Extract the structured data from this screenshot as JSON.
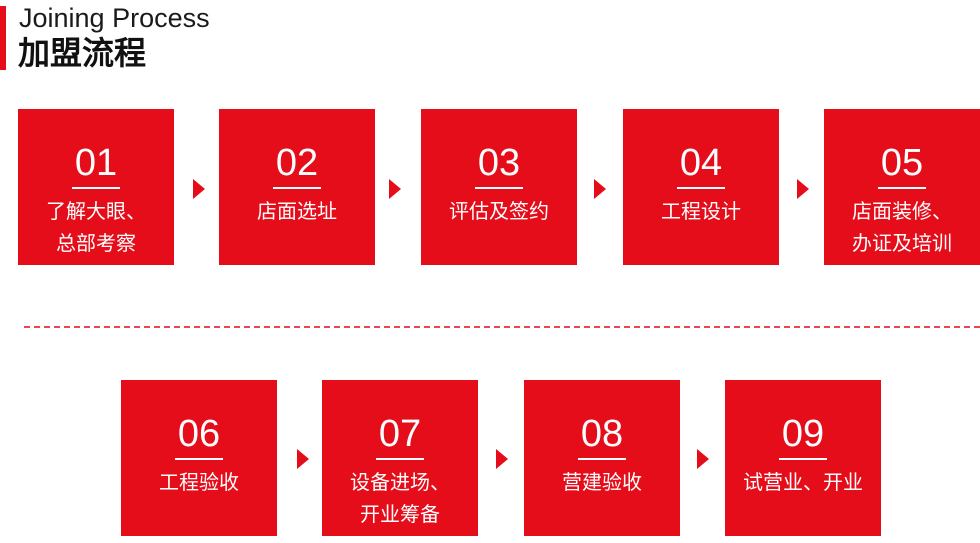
{
  "header": {
    "title_en": "Joining Process",
    "title_zh": "加盟流程"
  },
  "colors": {
    "accent": "#e50d1a",
    "divider": "#e8474f"
  },
  "steps": [
    {
      "number": "01",
      "lines": [
        "了解大眼、",
        "总部考察"
      ]
    },
    {
      "number": "02",
      "lines": [
        "店面选址"
      ]
    },
    {
      "number": "03",
      "lines": [
        "评估及签约"
      ]
    },
    {
      "number": "04",
      "lines": [
        "工程设计"
      ]
    },
    {
      "number": "05",
      "lines": [
        "店面装修、",
        "办证及培训"
      ]
    },
    {
      "number": "06",
      "lines": [
        "工程验收"
      ]
    },
    {
      "number": "07",
      "lines": [
        "设备进场、",
        "开业筹备"
      ]
    },
    {
      "number": "08",
      "lines": [
        "营建验收"
      ]
    },
    {
      "number": "09",
      "lines": [
        "试营业、开业"
      ]
    }
  ]
}
